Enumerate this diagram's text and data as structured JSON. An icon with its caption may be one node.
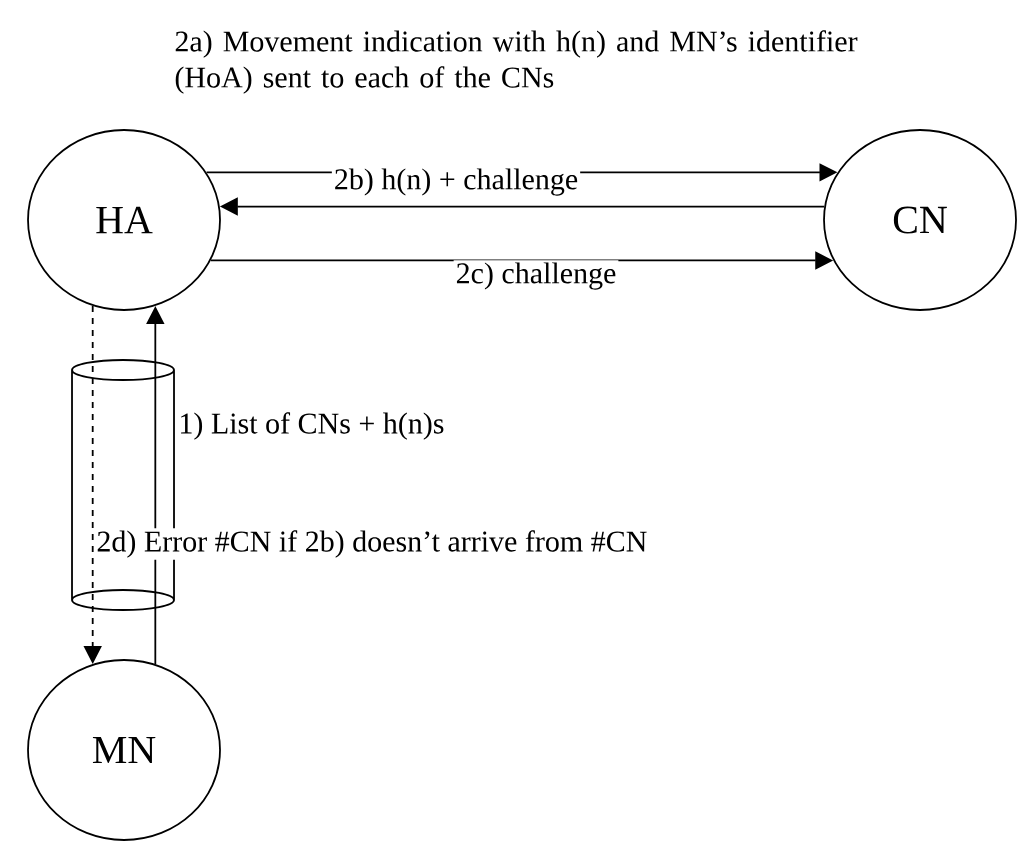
{
  "diagram": {
    "nodes": [
      {
        "text": [
          "HA"
        ]
      },
      {
        "text": [
          "CN"
        ]
      },
      {
        "text": [
          "MN"
        ]
      }
    ],
    "edges": [
      {
        "from": 0,
        "to": 1,
        "arrow": "to",
        "label": "2a) Movement indication with h(n) and MN’s identifier (HoA) sent to each of the CNs"
      },
      {
        "from": 1,
        "to": 0,
        "arrow": "to",
        "label": "2b) h(n) + challenge"
      },
      {
        "from": 0,
        "to": 1,
        "arrow": "to",
        "label": "2c) challenge"
      },
      {
        "from": 2,
        "to": 0,
        "arrow": "to",
        "label": "1) List of CNs + h(n)s"
      },
      {
        "from": 0,
        "to": 2,
        "arrow": "to",
        "label": "2d) Error #CN if 2b) doesn’t arrive from #CN",
        "style": "dashed"
      }
    ]
  }
}
